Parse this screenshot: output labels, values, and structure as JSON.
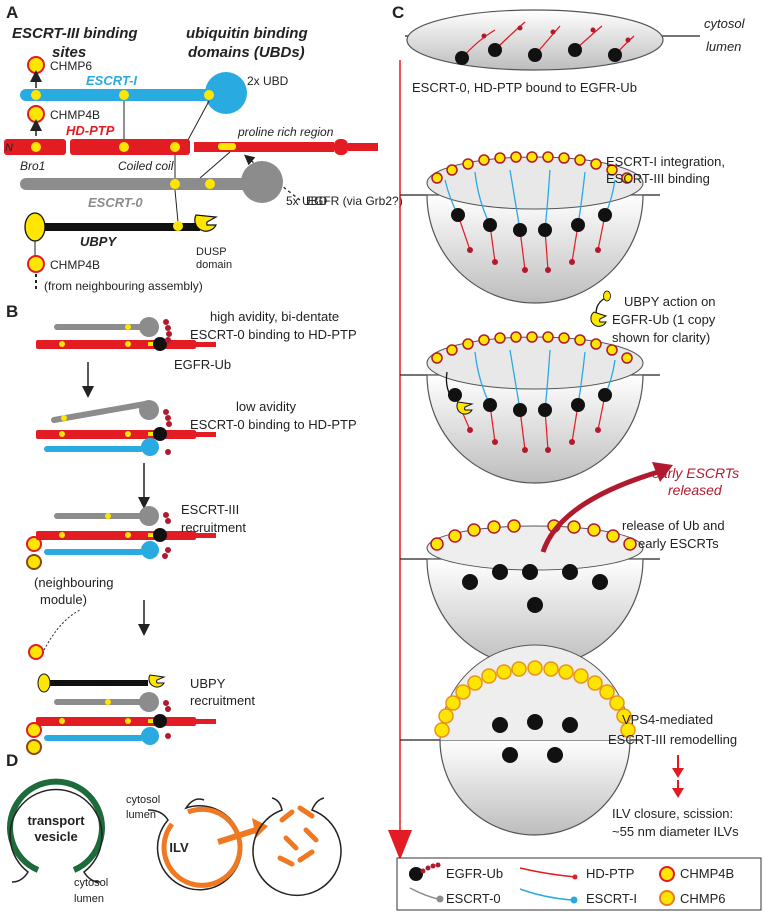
{
  "panels": {
    "a": "A",
    "b": "B",
    "c": "C",
    "d": "D"
  },
  "panel_a": {
    "h_escrt3_1": "ESCRT-III binding",
    "h_escrt3_2": "sites",
    "h_ubd_1": "ubiquitin binding",
    "h_ubd_2": "domains (UBDs)",
    "chmp6": "CHMP6",
    "chmp4b_top": "CHMP4B",
    "escrt1": "ESCRT-I",
    "ubd2x": "2x UBD",
    "hdptp": "HD-PTP",
    "n_term": "N",
    "proline": "proline rich region",
    "bro1": "Bro1",
    "coiled": "Coiled coil",
    "egfr": "EGFR (via Grb2?)",
    "escrt0": "ESCRT-0",
    "ubd5x": "5x UBD",
    "ubpy": "UBPY",
    "dusp_1": "DUSP",
    "dusp_2": "domain",
    "chmp4b_bottom": "CHMP4B",
    "neighbour": "(from neighbouring assembly)"
  },
  "panel_b": {
    "s1_l1": "high avidity, bi-dentate",
    "s1_l2": "ESCRT-0 binding to HD-PTP",
    "egfr_ub": "EGFR-Ub",
    "s2_l1": "low avidity",
    "s2_l2": "ESCRT-0 binding to HD-PTP",
    "s3_l1": "ESCRT-III",
    "s3_l2": "recruitment",
    "nb_1": "(neighbouring",
    "nb_2": "module)",
    "s4_l1": "UBPY",
    "s4_l2": "recruitment"
  },
  "panel_c": {
    "cytosol": "cytosol",
    "lumen": "lumen",
    "s1": "ESCRT-0, HD-PTP bound to EGFR-Ub",
    "s2_l1": "ESCRT-I integration,",
    "s2_l2": "ESCRT-III binding",
    "s3_l1": "UBPY action on",
    "s3_l2": "EGFR-Ub (1 copy",
    "s3_l3": "shown for clarity)",
    "early_1": "early ESCRTs",
    "early_2": "released",
    "s4_l1": "release of Ub and",
    "s4_l2": "early ESCRTs",
    "s5_l1": "VPS4-mediated",
    "s5_l2": "ESCRT-III remodelling",
    "s6_l1": "ILV closure, scission:",
    "s6_l2": "~55 nm diameter ILVs"
  },
  "legend": {
    "egfr_ub": "EGFR-Ub",
    "hdptp": "HD-PTP",
    "chmp4b": "CHMP4B",
    "escrt0": "ESCRT-0",
    "escrt1": "ESCRT-I",
    "chmp6": "CHMP6"
  },
  "panel_d": {
    "transport_1": "transport",
    "transport_2": "vesicle",
    "cytosol_a": "cytosol",
    "lumen_a": "lumen",
    "cytosol_b": "cytosol",
    "lumen_b": "lumen",
    "ilv": "ILV"
  },
  "colors": {
    "hdptp_red": "#e31b23",
    "escrt1_blue": "#29abe2",
    "escrt0_grey": "#8c8c8c",
    "yellow": "#ffe600",
    "dark_red": "#b01a2e",
    "green": "#1d6b3a",
    "orange": "#f07820"
  }
}
